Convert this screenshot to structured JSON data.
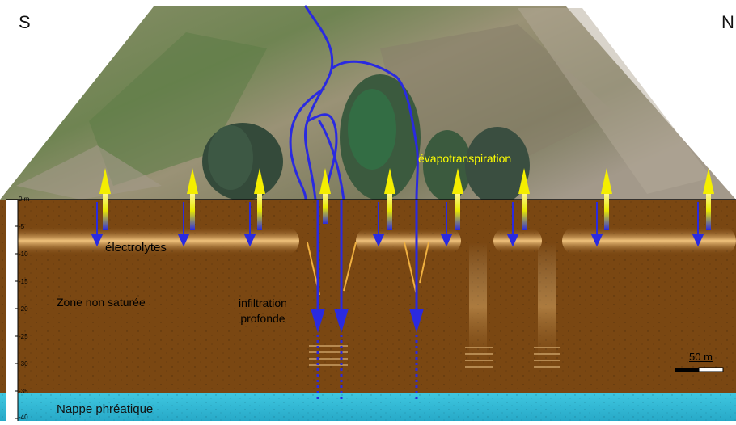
{
  "directions": {
    "south": "S",
    "north": "N"
  },
  "labels": {
    "evapotranspiration": "évapotranspiration",
    "electrolytes": "électrolytes",
    "zone_non_saturee": "Zone non saturée",
    "infiltration_line1": "infiltration",
    "infiltration_line2": "profonde",
    "nappe": "Nappe phréatique"
  },
  "depth_scale": {
    "unit_label": "0 m",
    "ticks": [
      "-5",
      "-10",
      "-15",
      "-20",
      "-25",
      "-30",
      "-35",
      "-40"
    ]
  },
  "scale_bar": {
    "label": "50 m"
  },
  "colors": {
    "soil": "#7a4712",
    "clay_band": "#e8b870",
    "water_table": "#34b8d4",
    "flow_arrow": "#2a2ae0",
    "evap_arrow": "#f4ee00",
    "vegetation": "#2f5a3a",
    "landscape": "#7f8d63"
  }
}
